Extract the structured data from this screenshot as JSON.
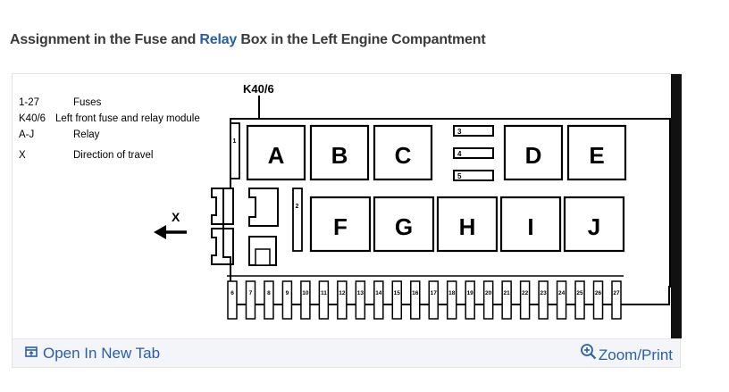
{
  "heading": {
    "prefix": "Assignment in the Fuse and ",
    "link": "Relay",
    "suffix": " Box in the Left Engine Compantment"
  },
  "legend": [
    {
      "key": "1-27",
      "value": "Fuses"
    },
    {
      "key": "K40/6",
      "value": "Left front fuse and relay module"
    },
    {
      "key": "A-J",
      "value": "Relay"
    },
    {
      "key": "X",
      "value": "Direction of travel"
    }
  ],
  "diagram": {
    "module_label": "K40/6",
    "direction_label": "X",
    "relays_top": [
      "A",
      "B",
      "C",
      "D",
      "E"
    ],
    "relays_bottom": [
      "F",
      "G",
      "H",
      "I",
      "J"
    ],
    "side_fuses": [
      "1",
      "2"
    ],
    "mini_fuses": [
      "3",
      "4",
      "5"
    ],
    "bottom_fuses": [
      "6",
      "7",
      "8",
      "9",
      "10",
      "11",
      "12",
      "13",
      "14",
      "15",
      "16",
      "17",
      "18",
      "19",
      "20",
      "21",
      "22",
      "23",
      "24",
      "25",
      "26",
      "27"
    ]
  },
  "footer": {
    "open_tab": "Open In New Tab",
    "zoom_print": "Zoom/Print"
  },
  "icons": {
    "open_tab_icon": "open-new-tab-icon",
    "zoom_icon": "zoom-in-icon"
  },
  "colors": {
    "link": "#2a5fa8",
    "footer_bg": "#f3f5f8"
  }
}
